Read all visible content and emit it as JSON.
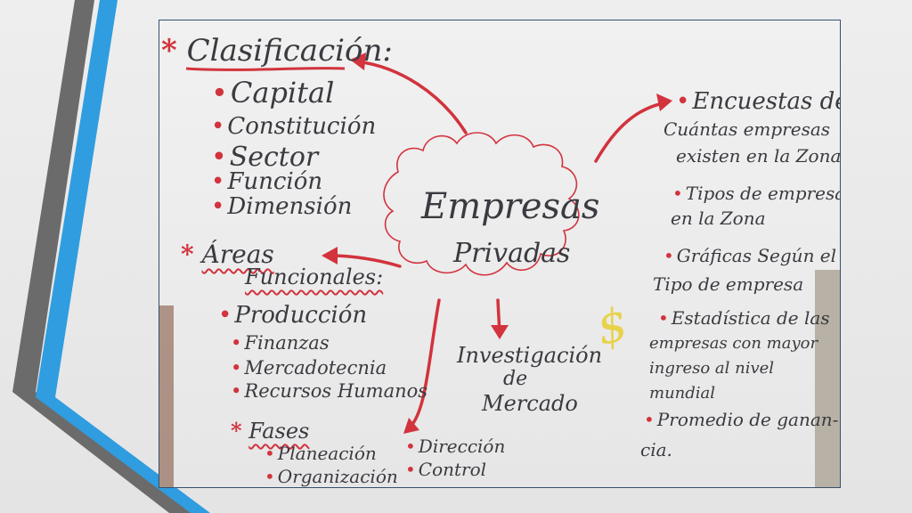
{
  "slide": {
    "photo": {
      "center": {
        "title": "Empresas",
        "subtitle": "Privadas"
      },
      "left": {
        "clasificacion": {
          "heading": "Clasificación:",
          "items": [
            "Capital",
            "Constitución",
            "Sector",
            "Función",
            "Dimensión"
          ]
        },
        "areas": {
          "heading_1": "Áreas",
          "heading_2": "Funcionales:",
          "items": [
            "Producción",
            "Finanzas",
            "Mercadotecnia",
            "Recursos Humanos"
          ]
        },
        "fases": {
          "heading": "Fases",
          "items_left": [
            "Planeación",
            "Organización"
          ],
          "items_right": [
            "Dirección",
            "Control"
          ]
        }
      },
      "bottom": {
        "line1": "Investigación",
        "line2": "de",
        "line3": "Mercado"
      },
      "dollar_sign": "$",
      "right": {
        "items": [
          [
            "Encuestas de",
            "Cuántas empresas",
            "existen en la Zona"
          ],
          [
            "Tipos de empresa",
            "en la Zona"
          ],
          [
            "Gráficas Según el",
            "Tipo de empresa"
          ],
          [
            "Estadística de las",
            "empresas con mayor",
            "ingreso al nivel",
            "mundial"
          ],
          [
            "Promedio de ganan-",
            "cia."
          ]
        ]
      }
    },
    "colors": {
      "accent_blue": "#2f9de0",
      "accent_gray": "#6a6a6a",
      "marker_red": "#d2333d",
      "marker_yellow": "#e8d24a"
    }
  }
}
